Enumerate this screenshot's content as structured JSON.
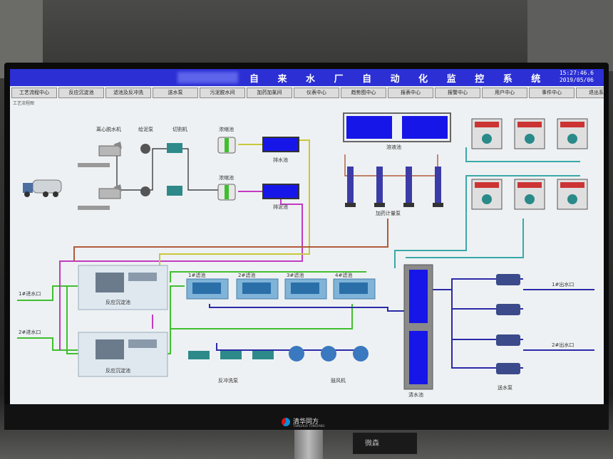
{
  "header": {
    "title": "自 来 水 厂 自 动 化 监 控 系 统",
    "time": "15:27:46.6",
    "date": "2019/05/06"
  },
  "menu": {
    "tabs": [
      "工艺流程中心",
      "反应沉淀池",
      "滤池及反冲洗",
      "送水泵",
      "污泥脱水间",
      "加药加氯间",
      "仪表中心",
      "趋势图中心",
      "报表中心",
      "报警中心",
      "用户中心",
      "事件中心",
      "退出系统"
    ]
  },
  "screen": {
    "subtitle": "工艺流程图"
  },
  "labels": {
    "centrifuge": "离心脱水机",
    "sludge_pump": "给泥泵",
    "cutter": "切割机",
    "thickener_top": "浓缩池",
    "thickener_bottom": "浓缩池",
    "drain_pool": "排水池",
    "sludge_pool": "排泥池",
    "solution_pool": "溶液池",
    "dosing_pump": "加药计量泵",
    "inlet_1": "1#进水口",
    "inlet_2": "2#进水口",
    "sed_tank_1": "反应沉淀池",
    "sed_tank_2": "反应沉淀池",
    "filter_1": "1#滤池",
    "filter_2": "2#滤池",
    "filter_3": "3#滤池",
    "filter_4": "4#滤池",
    "backwash_pump": "反冲洗泵",
    "blower": "鼓风机",
    "clear_pool": "清水池",
    "delivery_pump": "送水泵",
    "outlet_1": "1#出水口",
    "outlet_2": "2#出水口"
  },
  "colors": {
    "title_bar": "#2b2fd4",
    "tank_fill": "#1616e8",
    "pipe_green": "#3fbf2f",
    "pipe_blue": "#2a2aa8",
    "pipe_magenta": "#c23ac2",
    "pipe_cyan": "#3aa8a8",
    "pipe_yellow": "#c8c83a",
    "pipe_brown": "#b05a3a"
  },
  "icons": {
    "truck": "tanker-truck-icon",
    "chlorinator": "chlorinator-cabinet-icon",
    "pump": "centrifugal-pump-icon"
  },
  "brand": {
    "name": "清华同方",
    "sub": "TSINGHUA TONGFANG"
  },
  "desk_item": "微森"
}
